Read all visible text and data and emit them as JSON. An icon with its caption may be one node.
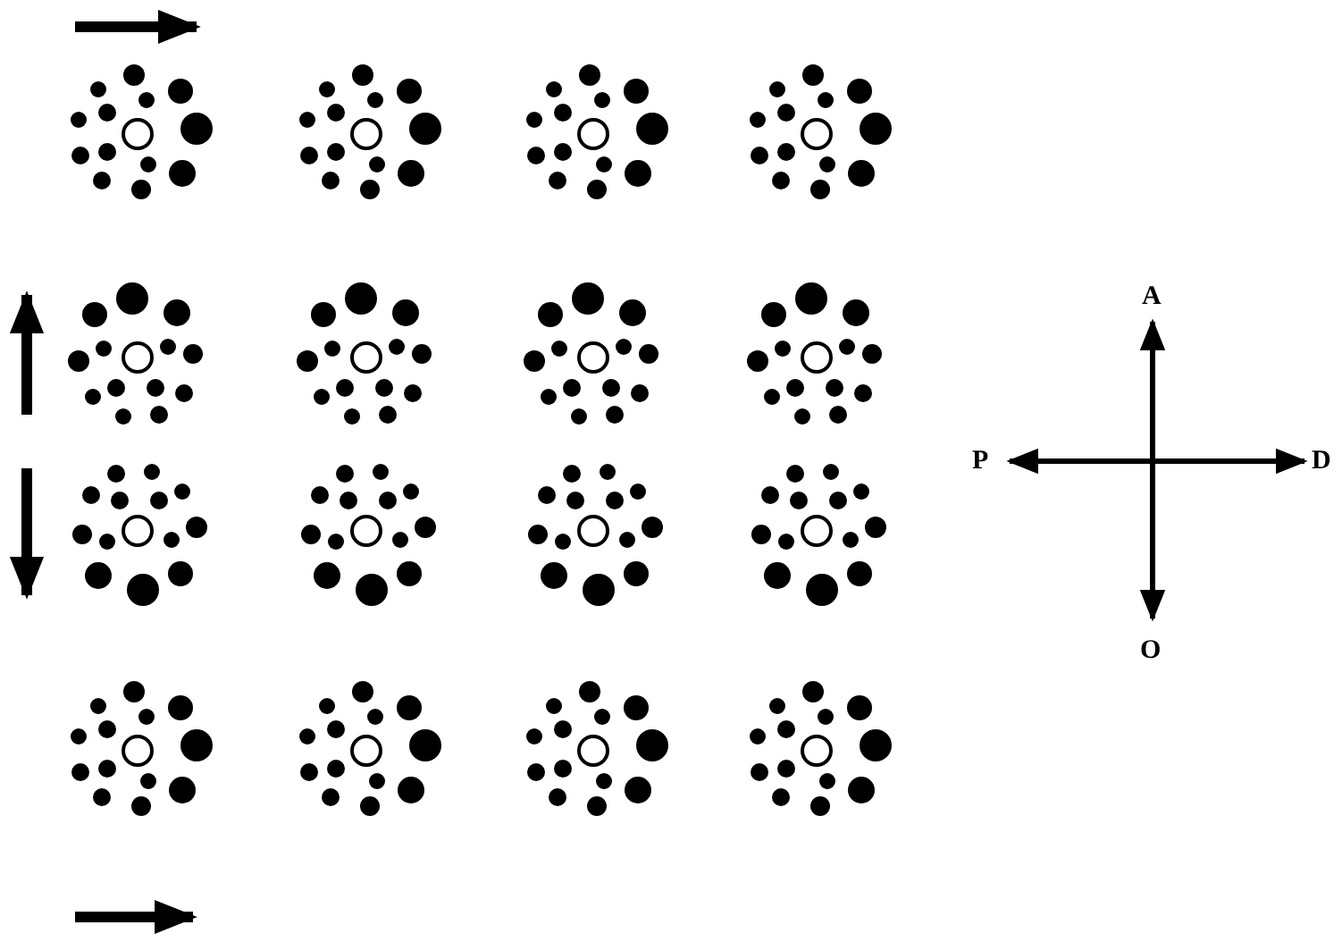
{
  "diagram": {
    "labels": [
      "A",
      "P",
      "D",
      "O"
    ]
  }
}
